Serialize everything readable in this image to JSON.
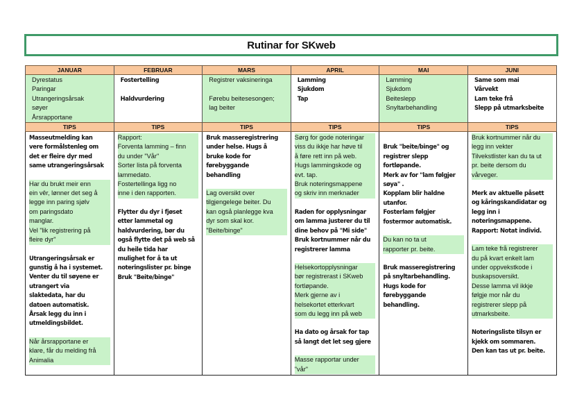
{
  "title": "Rutinar for SKweb",
  "colors": {
    "title_border": "#3f9a68",
    "header_fill": "#f9c79c",
    "highlight_green": "#c9f2c9"
  },
  "months": [
    {
      "name": "JANUAR",
      "tasks_style": "green",
      "tasks": [
        "Dyrestatus",
        "Paringar",
        "Utrangeringsårsak",
        "søyer",
        "Årsrapportane"
      ],
      "tips_label": "TIPS",
      "tips": [
        {
          "style": "plain",
          "lines": [
            "Masseutmelding kan",
            "vere formålstenleg om",
            "det er fleire dyr med",
            "same utrangeringsårsak"
          ]
        },
        {
          "style": "green",
          "lines": [
            "Har du brukt meir enn",
            "ein vêr, lønner det seg å",
            "legge inn paring sjølv",
            "om paringsdato",
            "manglar.",
            "Vel \"lik registrering på",
            "fleire dyr\""
          ]
        },
        {
          "style": "plain",
          "lines": [
            "Utrangeringsårsak er",
            "gunstig å ha i systemet.",
            "Venter du til søyene er",
            "utrangert via",
            "slaktedata, har du",
            "datoen automatisk.",
            "Årsak legg du inn i",
            "utmeldingsbildet."
          ]
        },
        {
          "style": "green",
          "lines": [
            "Når årsrapportane er",
            "klare, får du melding frå",
            "Animalia"
          ]
        }
      ]
    },
    {
      "name": "FEBRUAR",
      "tasks_style": "white",
      "tasks": [
        "Fostertelling",
        "",
        "Haldvurdering"
      ],
      "tips_label": "TIPS",
      "tips": [
        {
          "style": "green",
          "lines": [
            "Rapport:",
            "Forventa lamming – finn",
            "du under \"Vår\"",
            "Sorter lista på forventa",
            "lammedato.",
            "Fostertellinga ligg no",
            "inne i den rapporten."
          ]
        },
        {
          "style": "plain",
          "lines": [
            "Flytter du dyr i fjøset",
            "etter lammetal og",
            "haldvurdering, bør du",
            "også flytte det på web så",
            "du heile tida har",
            "mulighet for å ta ut",
            "noteringslister pr. binge",
            "Bruk \"Beite/binge\""
          ]
        }
      ]
    },
    {
      "name": "MARS",
      "tasks_style": "green",
      "tasks": [
        "Registrer vaksineringa",
        "",
        "Førebu beitesesongen;",
        "lag beiter"
      ],
      "tips_label": "TIPS",
      "tips": [
        {
          "style": "plain",
          "lines": [
            "Bruk masseregistrering",
            "under helse. Hugs å",
            "bruke kode for",
            "førebyggande",
            "behandling"
          ]
        },
        {
          "style": "green",
          "lines": [
            "Lag oversikt over",
            "tilgjengelege beiter. Du",
            "kan også planlegge kva",
            "dyr som skal kor.",
            "\"Beite/binge\""
          ]
        }
      ]
    },
    {
      "name": "APRIL",
      "tasks_style": "white",
      "tasks": [
        "Lamming",
        "Sjukdom",
        "Tap"
      ],
      "tips_label": "TIPS",
      "tips": [
        {
          "style": "green",
          "lines": [
            "Sørg for gode noteringar",
            "viss du ikkje har høve til",
            "å føre rett inn på web.",
            "Hugs lammingskode og",
            "evt. tap.",
            "Bruk noteringsmappene",
            "og skriv inn merknader"
          ]
        },
        {
          "style": "plain",
          "lines": [
            "Raden for opplysningar",
            "om lamma justerer du til",
            "dine behov på \"Mi side\"",
            "Bruk kortnummer når du",
            "registrerer lamma"
          ]
        },
        {
          "style": "green",
          "lines": [
            "Helsekortopplysningar",
            "bør registrerast i SKweb",
            "fortløpande.",
            "Merk gjerne av i",
            "helsekortet etterkvart",
            "som du legg inn på web"
          ]
        },
        {
          "style": "plain",
          "lines": [
            "Ha dato og årsak for tap",
            "så langt det let seg gjere"
          ]
        },
        {
          "style": "green",
          "lines": [
            "Masse rapportar under",
            "\"vår\""
          ]
        }
      ]
    },
    {
      "name": "MAI",
      "tasks_style": "green",
      "tasks": [
        "Lamming",
        "Sjukdom",
        "Beiteslepp",
        "Snyltarbehandling"
      ],
      "tips_label": "TIPS",
      "tips": [
        {
          "style": "plain",
          "lines": [
            "",
            "Bruk \"beite/binge\" og",
            "registrer slepp",
            "fortløpande.",
            "Merk av for \"lam følgjer",
            "søya\" .",
            "Kopplam blir haldne",
            "utanfor.",
            "Fosterlam følgjer",
            "fostermor automatisk."
          ]
        },
        {
          "style": "green",
          "lines": [
            "Du kan no ta ut",
            "rapporter pr. beite."
          ]
        },
        {
          "style": "plain",
          "lines": [
            "Bruk masseregistrering",
            "på snyltarbehandling.",
            "Hugs kode for",
            "førebyggande",
            "behandling."
          ]
        }
      ]
    },
    {
      "name": "JUNI",
      "tasks_style": "white",
      "tasks": [
        "Same som mai",
        "Vårvekt",
        "Lam teke frå",
        "Slepp på utmarksbeite"
      ],
      "tips_label": "TIPS",
      "tips": [
        {
          "style": "green",
          "lines": [
            "Bruk kortnummer når du",
            "legg inn vekter",
            "Tilvekstlister kan du ta ut",
            "pr. beite dersom du",
            "vårveger."
          ]
        },
        {
          "style": "plain",
          "lines": [
            "Merk av aktuelle påsett",
            "og kåringskandidatar og",
            "legg inn i",
            "noteringsmappene.",
            "Rapport: Notat individ."
          ]
        },
        {
          "style": "green",
          "lines": [
            "Lam teke frå registrerer",
            "du på kvart enkelt lam",
            "under oppvekstkode i",
            "buskapsoversikt.",
            "Desse lamma vil ikkje",
            "følgje mor når du",
            "registrerer slepp på",
            "utmarksbeite."
          ]
        },
        {
          "style": "plain",
          "lines": [
            "Noteringsliste tilsyn er",
            "kjekk om sommaren.",
            "Den kan tas ut pr. beite."
          ]
        }
      ]
    }
  ]
}
